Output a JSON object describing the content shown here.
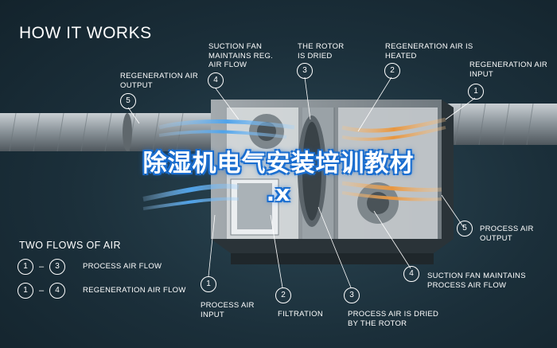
{
  "title": "HOW IT WORKS",
  "callouts": {
    "regen_output": {
      "num": "5",
      "label": "REGENERATION AIR OUTPUT"
    },
    "suction_regen": {
      "num": "4",
      "label": "SUCTION FAN MAINTAINS REG. AIR FLOW"
    },
    "rotor_dried": {
      "num": "3",
      "label": "THE ROTOR IS DRIED"
    },
    "regen_heated": {
      "num": "2",
      "label": "REGENERATION AIR IS HEATED"
    },
    "regen_input": {
      "num": "1",
      "label": "REGENERATION AIR INPUT"
    },
    "process_output": {
      "num": "5",
      "label": "PROCESS AIR OUTPUT"
    },
    "suction_process": {
      "num": "4",
      "label": "SUCTION FAN MAINTAINS PROCESS AIR FLOW"
    },
    "process_input": {
      "num": "1",
      "label": "PROCESS AIR INPUT"
    },
    "filtration": {
      "num": "2",
      "label": "FILTRATION"
    },
    "process_dried": {
      "num": "3",
      "label": "PROCESS AIR IS DRIED BY THE ROTOR"
    }
  },
  "legend": {
    "title": "TWO FLOWS OF AIR",
    "rows": [
      {
        "from": "1",
        "to": "3",
        "label": "PROCESS AIR FLOW"
      },
      {
        "from": "1",
        "to": "4",
        "label": "REGENERATION AIR FLOW"
      }
    ]
  },
  "overlay": {
    "line1": "除湿机电气安装培训教材",
    "line2": ".x"
  },
  "colors": {
    "background": "#1b2f3a",
    "process_air": "#5aa8e6",
    "regeneration_air": "#e8a25a",
    "text": "#ffffff"
  }
}
